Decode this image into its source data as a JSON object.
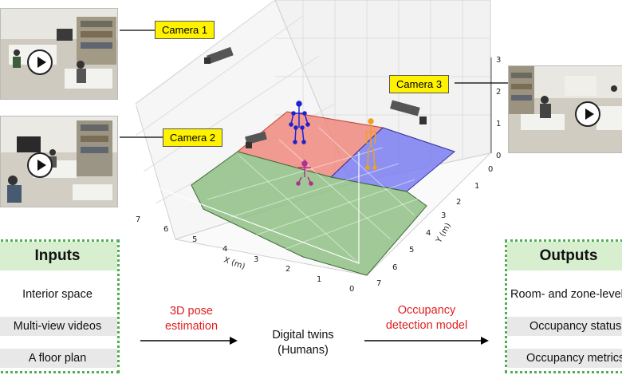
{
  "cameras": {
    "cam1": "Camera 1",
    "cam2": "Camera 2",
    "cam3": "Camera 3"
  },
  "axes": {
    "x_label": "X (m)",
    "y_label": "Y (m)",
    "x_ticks": [
      "7",
      "6",
      "5",
      "4",
      "3",
      "2",
      "1",
      "0"
    ],
    "y_ticks": [
      "0",
      "1",
      "2",
      "3",
      "4",
      "5",
      "6",
      "7"
    ],
    "z_ticks": [
      "0",
      "1",
      "2",
      "3"
    ]
  },
  "inputs": {
    "title": "Inputs",
    "items": [
      "Interior space",
      "Multi-view videos",
      "A floor plan"
    ]
  },
  "outputs": {
    "title": "Outputs",
    "items": [
      "Room- and zone-level",
      "Occupancy status",
      "Occupancy metrics"
    ]
  },
  "flow": {
    "step1": [
      "3D pose",
      "estimation"
    ],
    "middle": [
      "Digital twins",
      "(Humans)"
    ],
    "step2": [
      "Occupancy",
      "detection model"
    ]
  },
  "colors": {
    "accent_red": "#e02020",
    "panel_border": "#4caf50",
    "panel_head": "#d8efcf",
    "label_yellow": "#fff200",
    "zone_red": "#f08a80",
    "zone_blue": "#7b7ff0",
    "zone_green": "#8fbf85"
  }
}
